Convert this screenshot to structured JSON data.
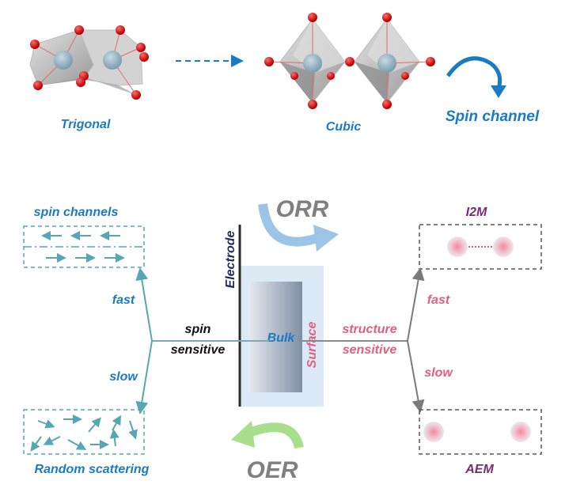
{
  "crystal": {
    "trigonal_label": "Trigonal",
    "cubic_label": "Cubic",
    "spin_channel_label": "Spin channel"
  },
  "center": {
    "orr_label": "ORR",
    "oer_label": "OER",
    "electrode_label": "Electrode",
    "bulk_label": "Bulk",
    "surface_label": "Surface"
  },
  "left": {
    "spin_channels_label": "spin channels",
    "fast_label": "fast",
    "slow_label": "slow",
    "spin_label": "spin",
    "sensitive_label": "sensitive",
    "random_scattering_label": "Random scattering"
  },
  "right": {
    "i2m_label": "I2M",
    "aem_label": "AEM",
    "fast_label": "fast",
    "slow_label": "slow",
    "structure_label": "structure",
    "sensitive_label": "sensitive"
  },
  "colors": {
    "blue_text": "#1a7bc4",
    "teal": "#56a6b4",
    "pink": "#e0607e",
    "purple": "#7a2a7a",
    "gray_text": "#808080",
    "dark_navy": "#1f2a5a",
    "orr_arrow": "#9cc4e6",
    "oer_arrow": "#a8de8c"
  }
}
